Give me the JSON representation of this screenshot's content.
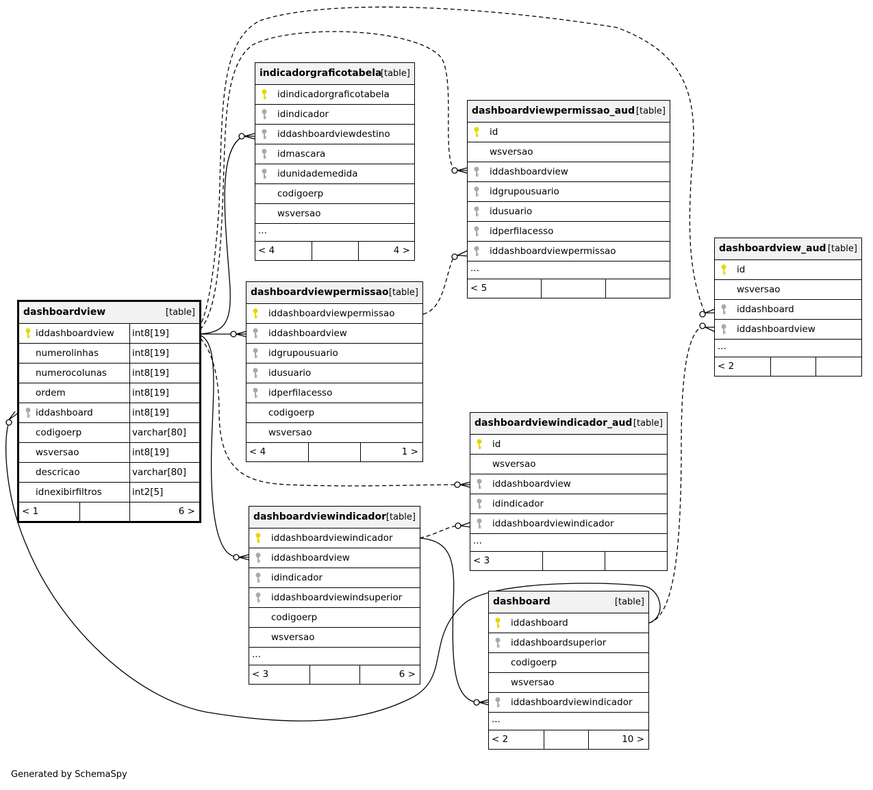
{
  "footer": "Generated by SchemaSpy",
  "colors": {
    "primary_key": "#e6d800",
    "foreign_key": "#a9a9a9",
    "header_bg": "#f2f2f2"
  },
  "tables": [
    {
      "id": "dashboardview",
      "name": "dashboardview",
      "tag": "[table]",
      "focus": true,
      "columns": [
        {
          "name": "iddashboardview",
          "type": "int8[19]",
          "key": "pk"
        },
        {
          "name": "numerolinhas",
          "type": "int8[19]",
          "key": ""
        },
        {
          "name": "numerocolunas",
          "type": "int8[19]",
          "key": ""
        },
        {
          "name": "ordem",
          "type": "int8[19]",
          "key": ""
        },
        {
          "name": "iddashboard",
          "type": "int8[19]",
          "key": "fk"
        },
        {
          "name": "codigoerp",
          "type": "varchar[80]",
          "key": ""
        },
        {
          "name": "wsversao",
          "type": "int8[19]",
          "key": ""
        },
        {
          "name": "descricao",
          "type": "varchar[80]",
          "key": ""
        },
        {
          "name": "idnexibirfiltros",
          "type": "int2[5]",
          "key": ""
        }
      ],
      "ellipsis": false,
      "parents": "< 1",
      "children": "6 >"
    },
    {
      "id": "indicadorgraficotabela",
      "name": "indicadorgraficotabela",
      "tag": "[table]",
      "columns": [
        {
          "name": "idindicadorgraficotabela",
          "key": "pk"
        },
        {
          "name": "idindicador",
          "key": "fk"
        },
        {
          "name": "iddashboardviewdestino",
          "key": "fk"
        },
        {
          "name": "idmascara",
          "key": "fk"
        },
        {
          "name": "idunidademedida",
          "key": "fk"
        },
        {
          "name": "codigoerp",
          "key": ""
        },
        {
          "name": "wsversao",
          "key": ""
        }
      ],
      "ellipsis": true,
      "ellipsis_text": "...",
      "parents": "< 4",
      "children": "4 >"
    },
    {
      "id": "dashboardviewpermissao",
      "name": "dashboardviewpermissao",
      "tag": "[table]",
      "columns": [
        {
          "name": "iddashboardviewpermissao",
          "key": "pk"
        },
        {
          "name": "iddashboardview",
          "key": "fk"
        },
        {
          "name": "idgrupousuario",
          "key": "fk"
        },
        {
          "name": "idusuario",
          "key": "fk"
        },
        {
          "name": "idperfilacesso",
          "key": "fk"
        },
        {
          "name": "codigoerp",
          "key": ""
        },
        {
          "name": "wsversao",
          "key": ""
        }
      ],
      "ellipsis": false,
      "parents": "< 4",
      "children": "1 >"
    },
    {
      "id": "dashboardviewindicador",
      "name": "dashboardviewindicador",
      "tag": "[table]",
      "columns": [
        {
          "name": "iddashboardviewindicador",
          "key": "pk"
        },
        {
          "name": "iddashboardview",
          "key": "fk"
        },
        {
          "name": "idindicador",
          "key": "fk"
        },
        {
          "name": "iddashboardviewindsuperior",
          "key": "fk"
        },
        {
          "name": "codigoerp",
          "key": ""
        },
        {
          "name": "wsversao",
          "key": ""
        }
      ],
      "ellipsis": true,
      "ellipsis_text": "...",
      "parents": "< 3",
      "children": "6 >"
    },
    {
      "id": "dashboardviewpermissao_aud",
      "name": "dashboardviewpermissao_aud",
      "tag": "[table]",
      "columns": [
        {
          "name": "id",
          "key": "pk"
        },
        {
          "name": "wsversao",
          "key": ""
        },
        {
          "name": "iddashboardview",
          "key": "fk"
        },
        {
          "name": "idgrupousuario",
          "key": "fk"
        },
        {
          "name": "idusuario",
          "key": "fk"
        },
        {
          "name": "idperfilacesso",
          "key": "fk"
        },
        {
          "name": "iddashboardviewpermissao",
          "key": "fk"
        }
      ],
      "ellipsis": true,
      "ellipsis_text": "...",
      "parents": "< 5",
      "children": ""
    },
    {
      "id": "dashboardviewindicador_aud",
      "name": "dashboardviewindicador_aud",
      "tag": "[table]",
      "columns": [
        {
          "name": "id",
          "key": "pk"
        },
        {
          "name": "wsversao",
          "key": ""
        },
        {
          "name": "iddashboardview",
          "key": "fk"
        },
        {
          "name": "idindicador",
          "key": "fk"
        },
        {
          "name": "iddashboardviewindicador",
          "key": "fk"
        }
      ],
      "ellipsis": true,
      "ellipsis_text": "...",
      "parents": "< 3",
      "children": ""
    },
    {
      "id": "dashboard",
      "name": "dashboard",
      "tag": "[table]",
      "columns": [
        {
          "name": "iddashboard",
          "key": "pk"
        },
        {
          "name": "iddashboardsuperior",
          "key": "fk"
        },
        {
          "name": "codigoerp",
          "key": ""
        },
        {
          "name": "wsversao",
          "key": ""
        },
        {
          "name": "iddashboardviewindicador",
          "key": "fk"
        }
      ],
      "ellipsis": true,
      "ellipsis_text": "...",
      "parents": "< 2",
      "children": "10 >"
    },
    {
      "id": "dashboardview_aud",
      "name": "dashboardview_aud",
      "tag": "[table]",
      "columns": [
        {
          "name": "id",
          "key": "pk"
        },
        {
          "name": "wsversao",
          "key": ""
        },
        {
          "name": "iddashboard",
          "key": "fk"
        },
        {
          "name": "iddashboardview",
          "key": "fk"
        }
      ],
      "ellipsis": true,
      "ellipsis_text": "...",
      "parents": "< 2",
      "children": ""
    }
  ]
}
